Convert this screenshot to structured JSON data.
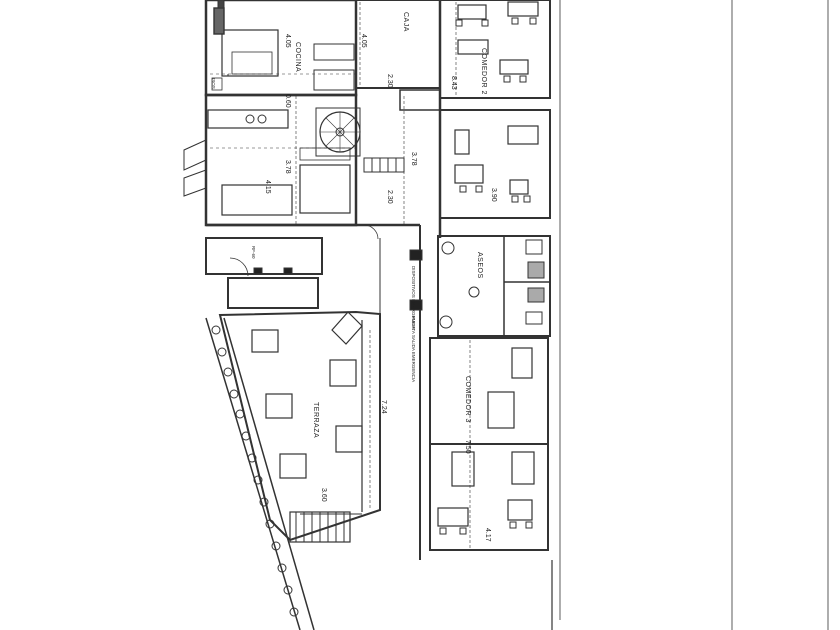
{
  "rooms": {
    "caja": "CAJA",
    "cocina": "COCINA",
    "comedor2": "COMEDOR 2",
    "comedor3": "COMEDOR 3",
    "aseos": "ASEOS",
    "terraza": "TERRAZA"
  },
  "dimensions": {
    "d_405a": "4.05",
    "d_405b": "4.05",
    "d_230a": "2.30",
    "d_060": "0.60",
    "d_843": "8.43",
    "d_378a": "3.78",
    "d_378b": "3.78",
    "d_415": "4.15",
    "d_230b": "2.30",
    "d_390": "3.90",
    "d_724": "7.24",
    "d_360": "3.60",
    "d_750": "7.50",
    "d_417": "4.17"
  },
  "labels": {
    "rf60": "RF-60",
    "iso": "ISOS",
    "note_a": "DISPOSITIVOS EMERGENCIA",
    "note_b": "PUERTA SALIDA EMERGENCIA"
  }
}
